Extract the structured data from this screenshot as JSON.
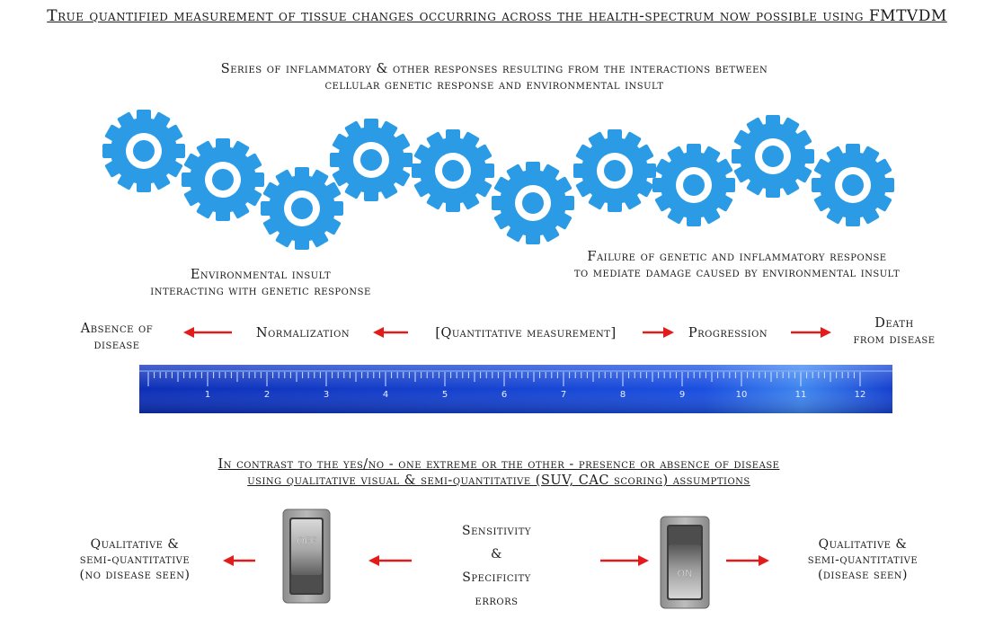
{
  "title": "True quantified measurement of tissue changes occurring across the health-spectrum now possible using FMTVDM",
  "series": {
    "line1": "Series of inflammatory & other responses resulting from the interactions between",
    "line2": "cellular genetic response and environmental insult"
  },
  "env_insult": {
    "line1": "Environmental insult",
    "line2": "interacting with genetic response"
  },
  "failure": {
    "line1": "Failure of genetic and inflammatory response",
    "line2": "to mediate damage caused by environmental insult"
  },
  "spectrum": {
    "absence_line1": "Absence of",
    "absence_line2": "disease",
    "normalization": "Normalization",
    "quantitative": "[Quantitative measurement]",
    "progression": "Progression",
    "death_line1": "Death",
    "death_line2": "from disease"
  },
  "ruler": {
    "numbers": [
      "1",
      "2",
      "3",
      "4",
      "5",
      "6",
      "7",
      "8",
      "9",
      "10",
      "11",
      "12"
    ]
  },
  "contrast": {
    "line1": "In contrast to the yes/no - one extreme or the other - presence or absence of disease",
    "line2": "using qualitative visual & semi-quantitative (SUV, CAC scoring) assumptions"
  },
  "left_label": {
    "line1": "Qualitative &",
    "line2": "semi-quantitative",
    "line3": "(no disease seen)"
  },
  "right_label": {
    "line1": "Qualitative &",
    "line2": "semi-quantitative",
    "line3": "(disease seen)"
  },
  "errors": {
    "line1": "Sensitivity",
    "line2": "&",
    "line3": "Specificity",
    "line4": "errors"
  },
  "switch_off": "OFF",
  "switch_on": "ON",
  "colors": {
    "gear": "#2b9be6",
    "arrow": "#e21b1b",
    "ruler": "#1437c9"
  }
}
